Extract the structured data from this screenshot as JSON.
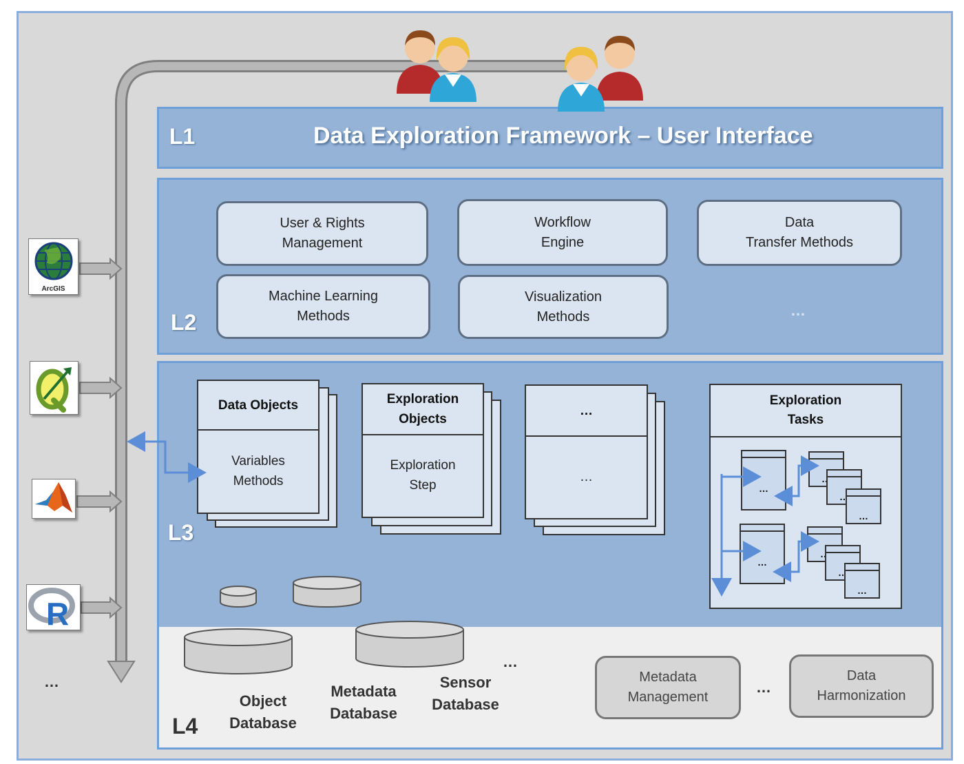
{
  "colors": {
    "layer_fill": "#95b3d7",
    "layer_border": "#6f9fd8",
    "module_fill": "#dbe5f1",
    "module_border": "#5e6f84",
    "bus_arrow": "#a6a6a6",
    "link_arrow": "#5b8ed6",
    "storage_fill": "#efefef"
  },
  "l1": {
    "label": "L1",
    "title": "Data Exploration Framework – User Interface"
  },
  "l2": {
    "label": "L2",
    "modules": [
      [
        "User & Rights",
        "Management"
      ],
      [
        "Workflow",
        "Engine"
      ],
      [
        "Data",
        "Transfer Methods"
      ],
      [
        "Machine Learning",
        "Methods"
      ],
      [
        "Visualization",
        "Methods"
      ]
    ],
    "more": "…"
  },
  "l3": {
    "label": "L3",
    "data_objects": {
      "head": "Data Objects",
      "body": [
        "Variables",
        "Methods"
      ]
    },
    "exploration_objects": {
      "head": [
        "Exploration",
        "Objects"
      ],
      "body": [
        "Exploration",
        "Step"
      ]
    },
    "other_objects": {
      "head": "…",
      "body": "…"
    },
    "exploration_tasks": {
      "head": [
        "Exploration",
        "Tasks"
      ],
      "step_text": "…"
    }
  },
  "l4": {
    "label": "L4",
    "databases": [
      [
        "Object",
        "Database"
      ],
      [
        "Metadata",
        "Database"
      ],
      [
        "Sensor",
        "Database"
      ]
    ],
    "db_more": "…",
    "modules": [
      [
        "Metadata",
        "Management"
      ],
      [
        "Data",
        "Harmonization"
      ]
    ],
    "module_more": "…"
  },
  "tools": {
    "arcgis_name": "ArcGIS",
    "r_letter": "R",
    "more": "…"
  },
  "icons": [
    "user-icon",
    "arcgis-globe-icon",
    "qgis-icon",
    "matlab-icon",
    "r-logo-icon",
    "database-icon"
  ]
}
